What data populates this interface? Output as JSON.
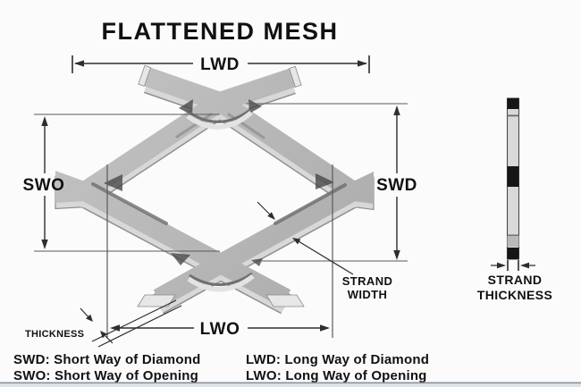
{
  "title": "FLATTENED MESH",
  "dimensions": {
    "lwd": {
      "label": "LWD"
    },
    "swo": {
      "label": "SWO"
    },
    "swd": {
      "label": "SWD"
    },
    "lwo": {
      "label": "LWO"
    },
    "thickness": {
      "label": "THICKNESS"
    },
    "strand_width": {
      "line1": "STRAND",
      "line2": "WIDTH"
    },
    "strand_thickness": {
      "line1": "STRAND",
      "line2": "THICKNESS"
    }
  },
  "legend": {
    "items": [
      {
        "text": "SWD: Short Way of Diamond"
      },
      {
        "text": "SWO: Short Way of Opening"
      },
      {
        "text": "LWD: Long Way of Diamond"
      },
      {
        "text": "LWO: Long Way of Opening"
      }
    ]
  },
  "colors": {
    "background": "#fbfbfb",
    "mesh-top": "#b5b5b5",
    "mesh-edge": "#d8d8d8",
    "mesh-outline": "#8f8f8f",
    "mesh-shadow": "#454545",
    "dim-line": "#2e2e2e",
    "ref-line": "#5a5a5a",
    "text": "#111111",
    "strip-black": "#161616",
    "strip-light": "#d9d9d9",
    "strip-mid": "#b9b9b9",
    "footer-dark": "#8d949c",
    "footer-light": "#dde4ea"
  }
}
